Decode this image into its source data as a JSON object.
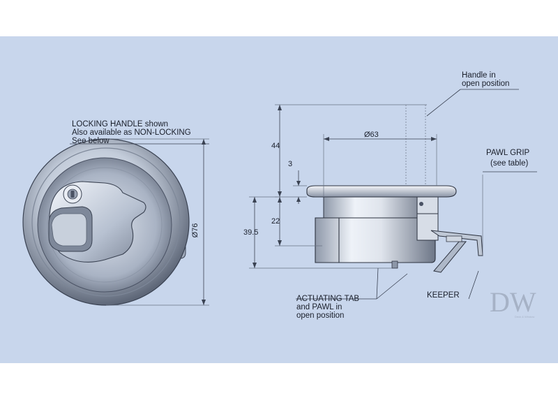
{
  "labels": {
    "locking_handle_1": "LOCKING HANDLE shown",
    "locking_handle_2": "Also available as NON-LOCKING",
    "locking_handle_3": "See below",
    "handle_open_1": "Handle in",
    "handle_open_2": "open position",
    "pawl_grip_1": "PAWL GRIP",
    "pawl_grip_2": "(see table)",
    "actuating_1": "ACTUATING TAB",
    "actuating_2": "and PAWL in",
    "actuating_3": "open position",
    "keeper": "KEEPER"
  },
  "dimensions": {
    "front_diameter": "Ø76",
    "flange_diameter": "Ø63",
    "height_handle": "44",
    "flange_thickness": "3",
    "body_depth": "22",
    "overall_depth": "39.5"
  },
  "watermark": {
    "text": "DW",
    "tagline": "Deck & Window"
  },
  "colors": {
    "background": "#c8d6ec",
    "metal_light": "#f2f5fa",
    "metal_mid": "#aab5c7",
    "metal_dark": "#5e6778",
    "line": "#2d3340"
  }
}
